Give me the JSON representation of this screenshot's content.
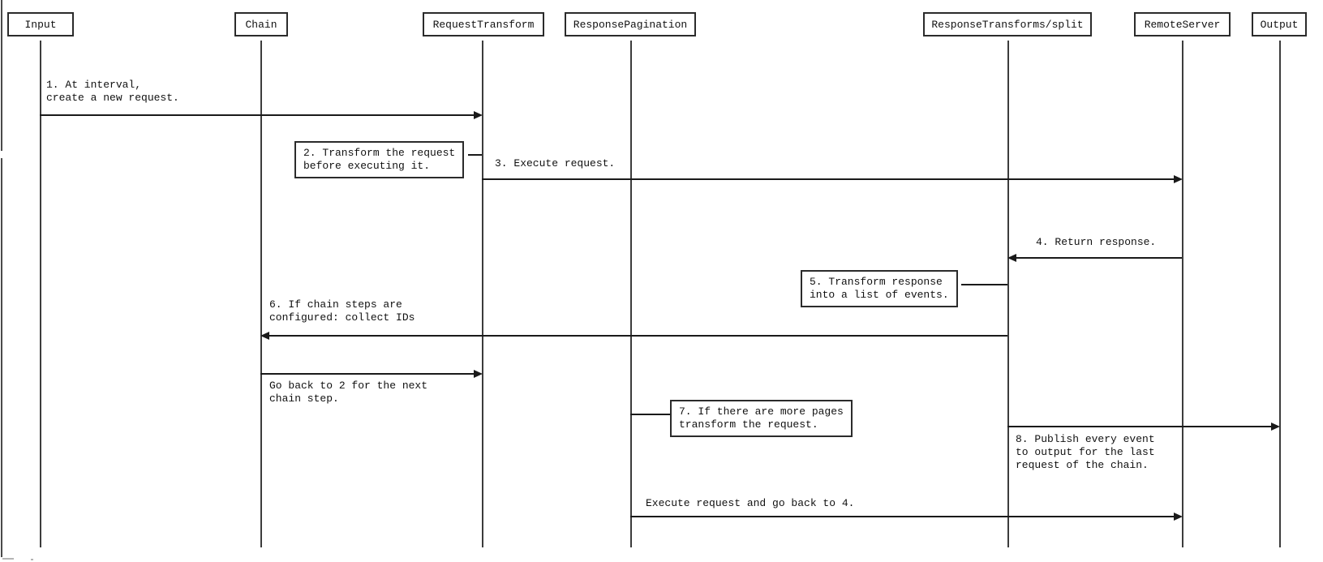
{
  "actors": {
    "input": "Input",
    "chain": "Chain",
    "request_transform": "RequestTransform",
    "response_pagination": "ResponsePagination",
    "response_transforms_split": "ResponseTransforms/split",
    "remote_server": "RemoteServer",
    "output": "Output"
  },
  "messages": {
    "m1": {
      "line1": "1. At interval,",
      "line2": "create a new request."
    },
    "m3": {
      "line1": "3. Execute request."
    },
    "m4": {
      "line1": "4. Return response."
    },
    "m6": {
      "line1": "6. If chain steps are",
      "line2": "configured: collect IDs"
    },
    "go_back": {
      "line1": "Go back to 2 for the next",
      "line2": "chain step."
    },
    "m8": {
      "line1": "8. Publish every event",
      "line2": "to output for the last",
      "line3": "request of the chain."
    },
    "execute_again": {
      "line1": "Execute request and go back to 4."
    }
  },
  "notes": {
    "n2": {
      "line1": "2. Transform the request",
      "line2": "before executing it."
    },
    "n5": {
      "line1": "5. Transform response",
      "line2": "into a list of events."
    },
    "n7": {
      "line1": "7. If there are more pages",
      "line2": "transform the request."
    }
  },
  "colors": {
    "background": "#ffffff",
    "line": "#1a1a1a",
    "box_border": "#2b2b2b",
    "text": "#111111"
  }
}
